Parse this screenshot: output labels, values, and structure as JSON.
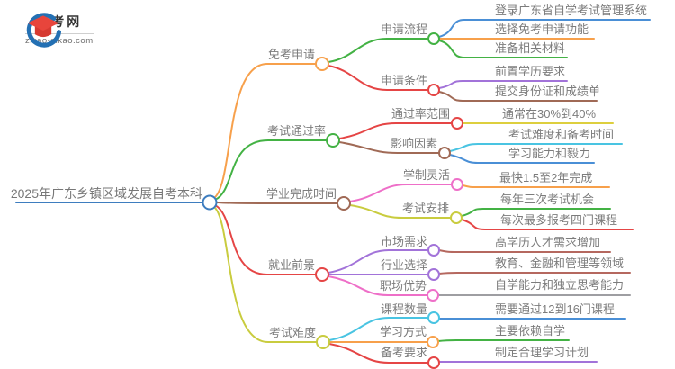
{
  "brand": {
    "site_name": "自考网",
    "site_url": "zikao-zikao.com",
    "logo_icon": "graduation-cap-with-blue-crescent"
  },
  "palette": {
    "center_blue": "#3e7dbf",
    "blue": "#4a8fd6",
    "orange": "#f7a04b",
    "green": "#43b244",
    "red": "#e54545",
    "brown": "#a06a56",
    "yellow": "#ddcf3e",
    "cyan": "#49c4e2",
    "purple": "#a273d9",
    "pink": "#ee6fc8",
    "olive": "#c9cc3f",
    "brick": "#b5685f",
    "gray": "#9e9ea2",
    "text_gray": "#7c7c7c",
    "logo_red": "#e8453c",
    "logo_blue": "#2470b3"
  },
  "mindmap": {
    "root": "2025年广东乡镇区域发展自考本科",
    "branches": [
      {
        "label": "免考申请",
        "children": [
          {
            "label": "申请流程",
            "leaves": [
              "登录广东省自学考试管理系统",
              "选择免考申请功能",
              "准备相关材料"
            ]
          },
          {
            "label": "申请条件",
            "leaves": [
              "前置学历要求",
              "提交身份证和成绩单"
            ]
          }
        ]
      },
      {
        "label": "考试通过率",
        "children": [
          {
            "label": "通过率范围",
            "leaves": [
              "通常在30%到40%"
            ]
          },
          {
            "label": "影响因素",
            "leaves": [
              "考试难度和备考时间",
              "学习能力和毅力"
            ]
          }
        ]
      },
      {
        "label": "学业完成时间",
        "children": [
          {
            "label": "学制灵活",
            "leaves": [
              "最快1.5至2年完成"
            ]
          },
          {
            "label": "考试安排",
            "leaves": [
              "每年三次考试机会",
              "每次最多报考四门课程"
            ]
          }
        ]
      },
      {
        "label": "就业前景",
        "children": [
          {
            "label": "市场需求",
            "leaves": [
              "高学历人才需求增加"
            ]
          },
          {
            "label": "行业选择",
            "leaves": [
              "教育、金融和管理等领域"
            ]
          },
          {
            "label": "职场优势",
            "leaves": [
              "自学能力和独立思考能力"
            ]
          }
        ]
      },
      {
        "label": "考试难度",
        "children": [
          {
            "label": "课程数量",
            "leaves": [
              "需要通过12到16门课程"
            ]
          },
          {
            "label": "学习方式",
            "leaves": [
              "主要依赖自学"
            ]
          },
          {
            "label": "备考要求",
            "leaves": [
              "制定合理学习计划"
            ]
          }
        ]
      }
    ]
  }
}
